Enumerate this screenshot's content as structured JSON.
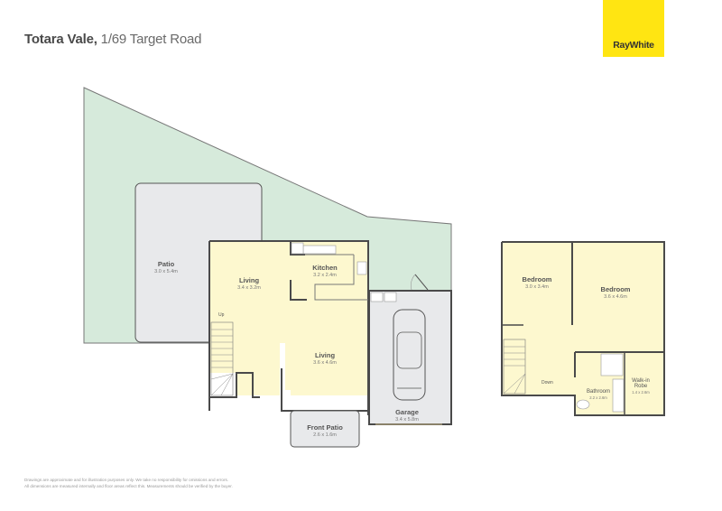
{
  "header": {
    "suburb": "Totara Vale,",
    "address": "1/69 Target Road"
  },
  "brand": {
    "logo_text": "RayWhite",
    "color": "#ffe512"
  },
  "floor_plan": {
    "ground": {
      "rooms": [
        {
          "name": "Patio",
          "dims": "3.0 x 5.4m"
        },
        {
          "name": "Living",
          "dims": "3.4 x 3.2m"
        },
        {
          "name": "Kitchen",
          "dims": "3.2 x 2.4m"
        },
        {
          "name": "Living",
          "dims": "3.6 x 4.6m"
        },
        {
          "name": "Garage",
          "dims": "3.4 x 5.8m"
        },
        {
          "name": "Front Patio",
          "dims": "2.6 x 1.6m"
        }
      ],
      "stairs_label": "Up"
    },
    "upper": {
      "rooms": [
        {
          "name": "Bedroom",
          "dims": "3.0 x 3.4m"
        },
        {
          "name": "Bedroom",
          "dims": "3.6 x 4.6m"
        },
        {
          "name": "Bathroom",
          "dims": "2.2 x 2.6m"
        },
        {
          "name": "Walk-in Robe",
          "dims": "1.4 x 2.6m"
        }
      ],
      "stairs_label": "Down"
    },
    "colors": {
      "land": "#d6eadb",
      "room": "#fdf8cf",
      "outdoor": "#e8e9eb",
      "wall": "#4a4a4a"
    }
  },
  "footer": {
    "disclaimer_line1": "Drawings are approximate and for illustration purposes only. We take no responsibility for omissions and errors.",
    "disclaimer_line2": "All dimensions are measured internally and floor areas reflect this. Measurements should be verified by the buyer."
  }
}
